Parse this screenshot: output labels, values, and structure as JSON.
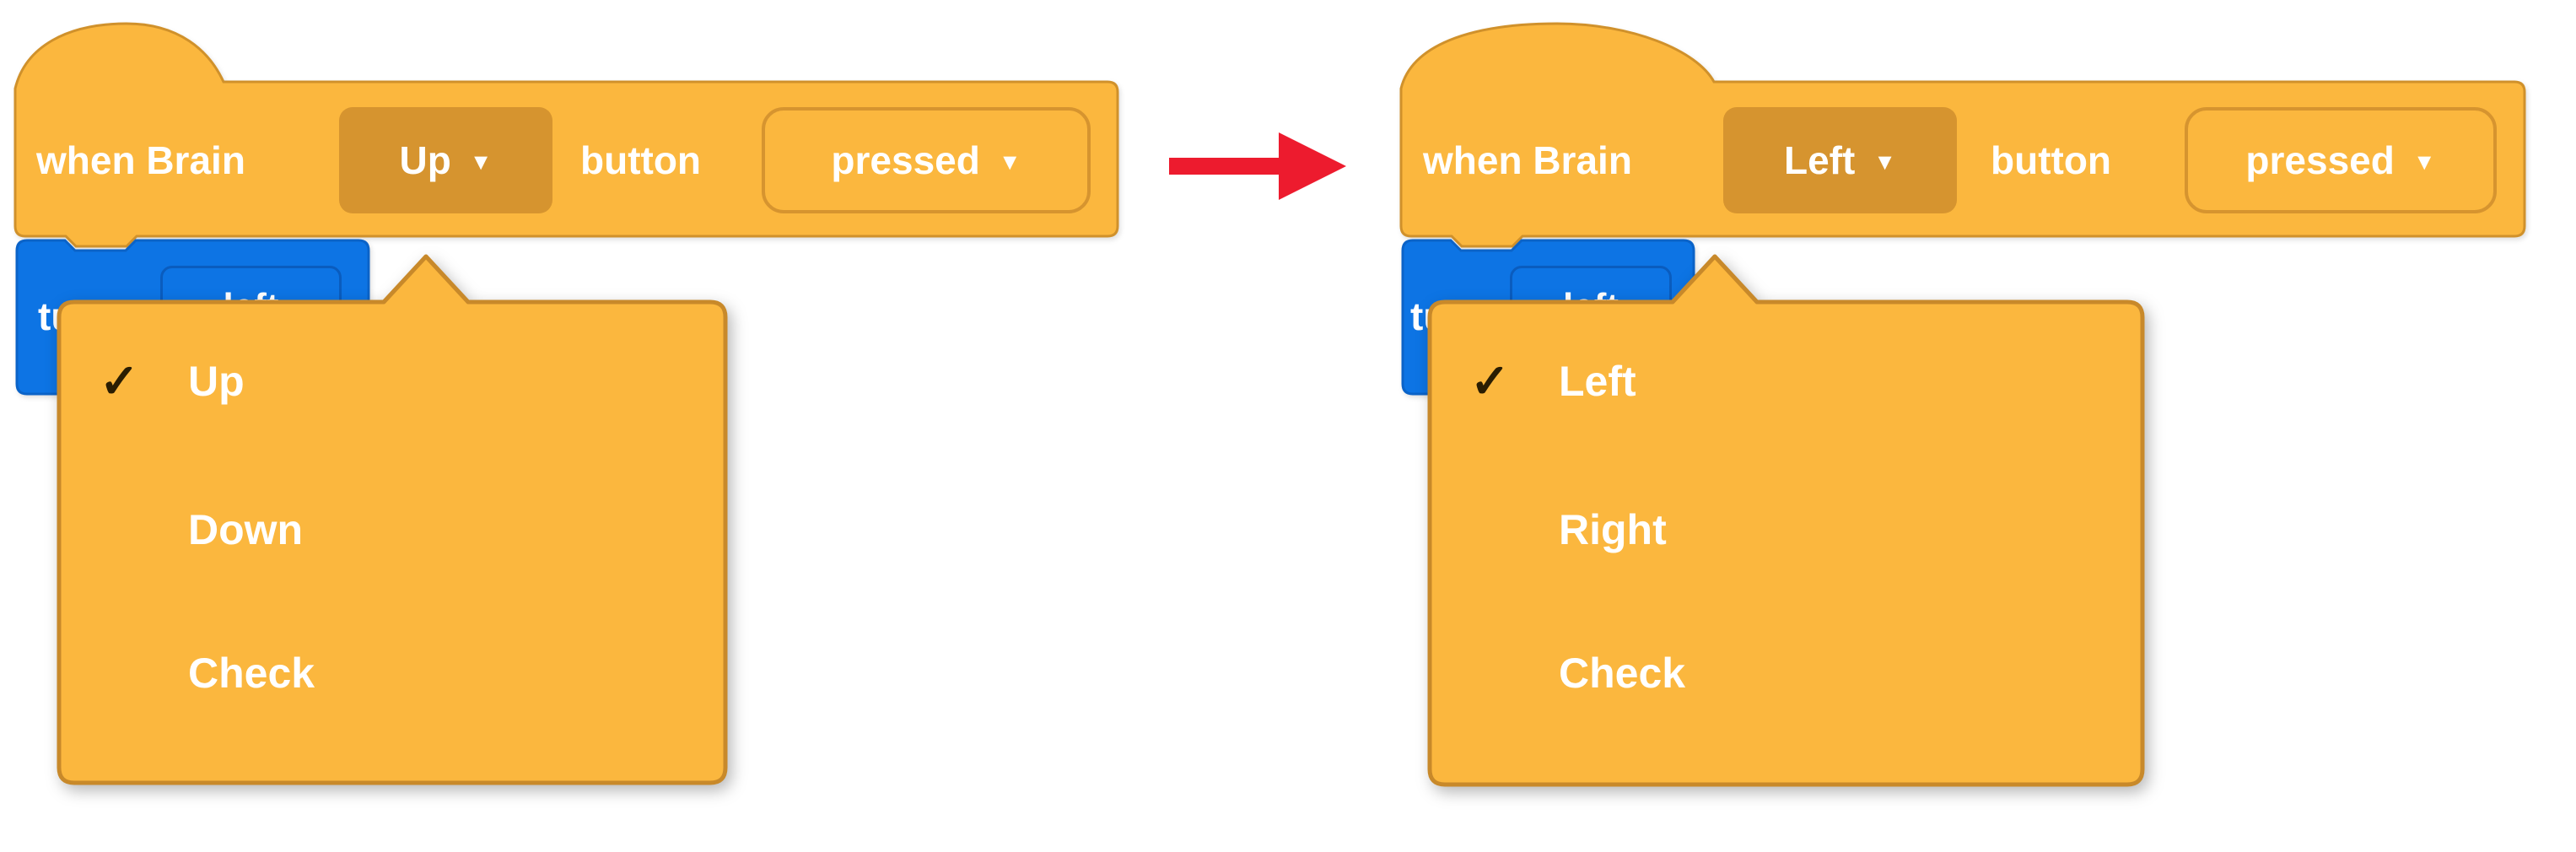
{
  "colors": {
    "block_orange": "#FBB73E",
    "block_orange_border": "#D0912B",
    "field_dark_orange": "#D6942F",
    "menu_border": "#C8892A",
    "block_blue": "#0D74E4",
    "block_blue_border": "#0B63C8",
    "blue_field_border": "#0A5CBE",
    "arrow_red": "#ED1B2E",
    "checkmark": "#2A1D02",
    "text_white": "#FFFFFF"
  },
  "icons": {
    "dropdown_arrow": "▼",
    "checkmark": "✓"
  },
  "left_script": {
    "hat_block": {
      "label_start": "when Brain",
      "button_dropdown": {
        "value": "Up"
      },
      "label_middle": "button",
      "state_dropdown": {
        "value": "pressed"
      }
    },
    "turn_block": {
      "label_visible": "tu",
      "direction_dropdown": {
        "value": "left"
      }
    },
    "menu": {
      "items": [
        {
          "label": "Up",
          "checked": true
        },
        {
          "label": "Down",
          "checked": false
        },
        {
          "label": "Check",
          "checked": false
        }
      ]
    }
  },
  "right_script": {
    "hat_block": {
      "label_start": "when Brain",
      "button_dropdown": {
        "value": "Left"
      },
      "label_middle": "button",
      "state_dropdown": {
        "value": "pressed"
      }
    },
    "turn_block": {
      "label_visible": "tu",
      "direction_dropdown": {
        "value": "left"
      }
    },
    "menu": {
      "items": [
        {
          "label": "Left",
          "checked": true
        },
        {
          "label": "Right",
          "checked": false
        },
        {
          "label": "Check",
          "checked": false
        }
      ]
    }
  }
}
